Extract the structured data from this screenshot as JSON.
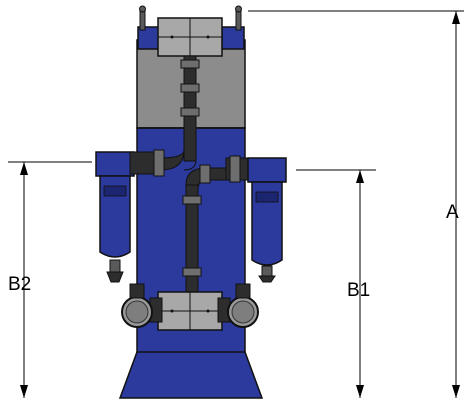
{
  "dimensions": {
    "a_label": "A",
    "b1_label": "B1",
    "b2_label": "B2"
  },
  "colors": {
    "body_blue": "#2c3a9e",
    "body_blue_dark": "#1c2570",
    "upper_gray": "#8c8c8c",
    "pipe_gray": "#6e6e6e",
    "pipe_dark": "#2d2d2d",
    "gauge_gray": "#9a9a9a",
    "line": "#000000"
  },
  "icons": [
    "filter-housing-icon",
    "pressure-gauge-icon",
    "valve-block-icon",
    "pipe-elbow-icon"
  ]
}
